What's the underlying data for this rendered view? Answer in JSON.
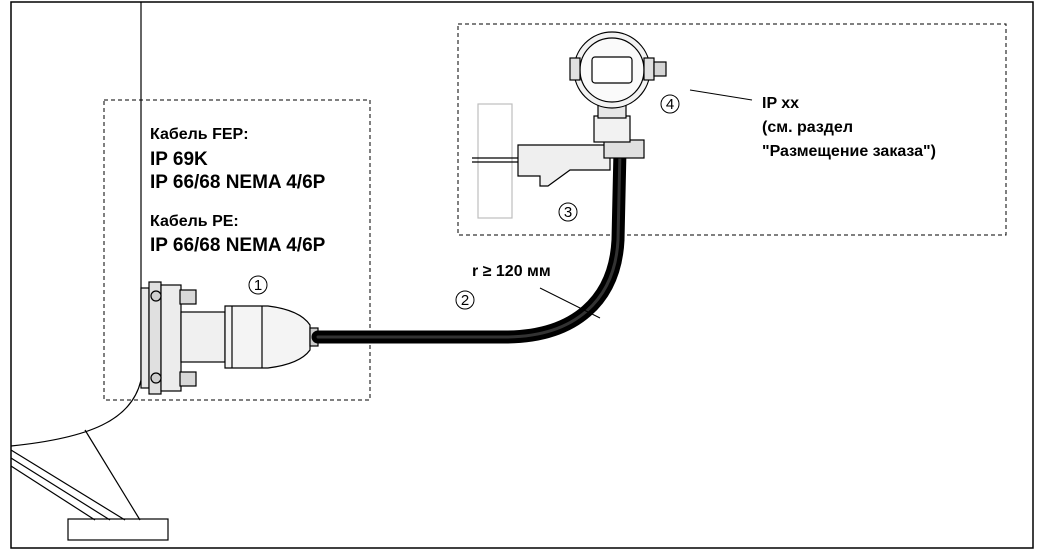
{
  "left_box": {
    "fep_title": "Кабель FEP:",
    "fep_line1": "IP 69K",
    "fep_line2": "IP 66/68 NEMA 4/6P",
    "pe_title": "Кабель PE:",
    "pe_line1": "IP 66/68 NEMA 4/6P"
  },
  "callouts": {
    "n1": "1",
    "n2": "2",
    "n3": "3",
    "n4": "4"
  },
  "cable": {
    "radius_label": "r ≥ 120 мм"
  },
  "right_box": {
    "ip_line1": "IP xx",
    "ip_line2": "(см. раздел",
    "ip_line3": "\"Размещение заказа\")"
  }
}
